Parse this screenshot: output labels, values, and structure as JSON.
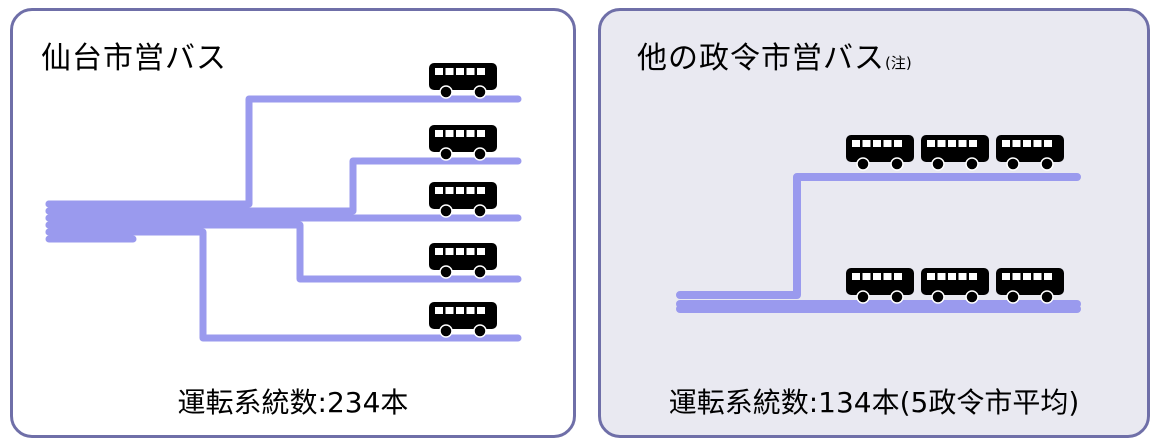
{
  "left_panel": {
    "title": "仙台市営バス",
    "route_count": "運転系統数:234本",
    "branch_count": 5
  },
  "right_panel": {
    "title": "他の政令市営バス",
    "title_note": "(注)",
    "route_count": "運転系統数:134本(5政令市平均)",
    "branch_count": 2,
    "buses_per_branch": 3
  },
  "colors": {
    "route_line": "#9a9aee",
    "panel_border": "#6f6fa8",
    "left_background": "#ffffff",
    "right_background": "#e9e9f1",
    "bus": "#000000"
  },
  "icons": [
    "bus-icon"
  ]
}
